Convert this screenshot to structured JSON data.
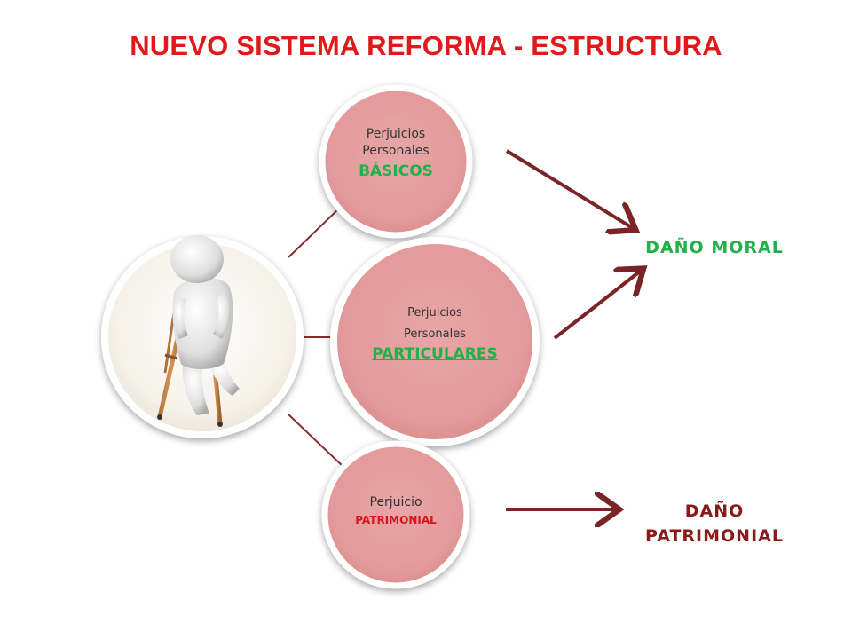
{
  "title": "NUEVO SISTEMA REFORMA - ESTRUCTURA",
  "colors": {
    "title": "#e0191b",
    "circle_fill": "#e39a9a",
    "connector": "#8b2b2b",
    "arrow": "#7a2428",
    "green_text": "#22b04a",
    "red_text": "#d9131c",
    "outcome_moral": "#22b04a",
    "outcome_patrimonial": "#8b1a1a"
  },
  "center": {
    "icon": "injured-person-with-crutches-icon"
  },
  "nodes": [
    {
      "line1": "Perjuicios",
      "line2": "Personales",
      "emphasis": "BÁSICOS"
    },
    {
      "line1": "Perjuicios",
      "line2": "Personales",
      "emphasis": "PARTICULARES"
    },
    {
      "line1": "Perjuicio",
      "emphasis": "PATRIMONIAL"
    }
  ],
  "outcomes": {
    "moral": "DAÑO MORAL",
    "patrimonial_line1": "DAÑO",
    "patrimonial_line2": "PATRIMONIAL"
  }
}
